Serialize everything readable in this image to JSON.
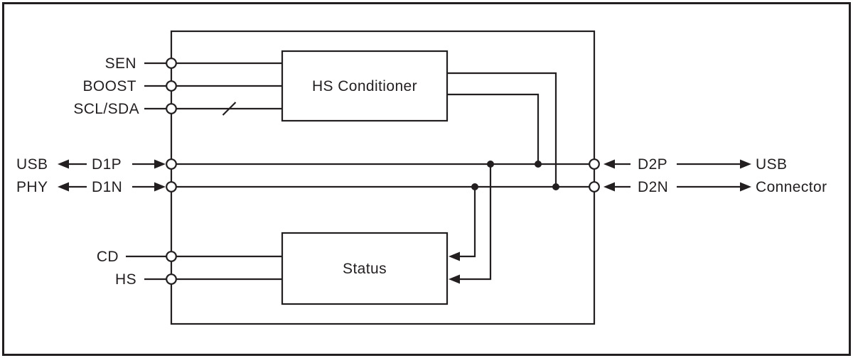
{
  "diagram": {
    "colors": {
      "line": "#231f20",
      "background": "#ffffff"
    },
    "blocks": {
      "hs_conditioner": "HS Conditioner",
      "status": "Status"
    },
    "left_pins": {
      "sen": "SEN",
      "boost": "BOOST",
      "scl_sda": "SCL/SDA",
      "d1p": "D1P",
      "d1n": "D1N",
      "cd": "CD",
      "hs": "HS"
    },
    "left_external": {
      "usb": "USB",
      "phy": "PHY"
    },
    "right_pins": {
      "d2p": "D2P",
      "d2n": "D2N"
    },
    "right_external": {
      "line1": "USB",
      "line2": "Connector"
    }
  }
}
